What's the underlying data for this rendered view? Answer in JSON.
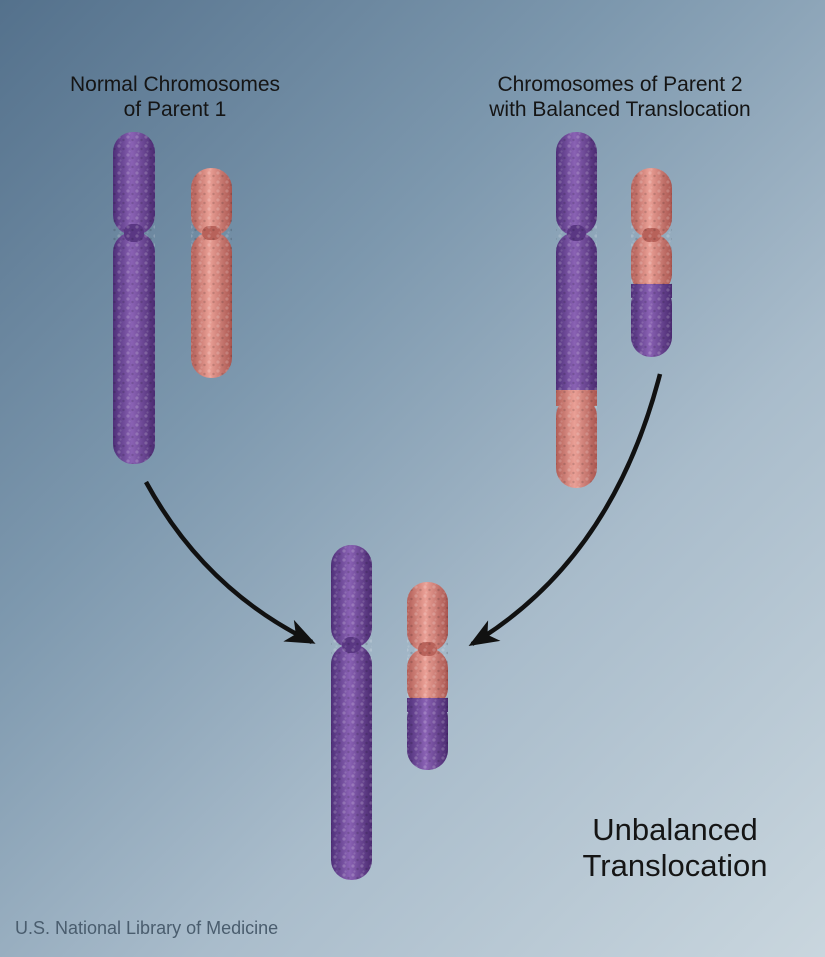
{
  "labels": {
    "parent1_line1": "Normal Chromosomes",
    "parent1_line2": "of Parent 1",
    "parent2_line1": "Chromosomes of Parent 2",
    "parent2_line2": "with Balanced Translocation",
    "result_line1": "Unbalanced",
    "result_line2": "Translocation",
    "credit": "U.S. National Library of Medicine"
  },
  "colors": {
    "purple_chromosome": "#7a4fa3",
    "pink_chromosome": "#d8867a",
    "arrow": "#111111"
  }
}
